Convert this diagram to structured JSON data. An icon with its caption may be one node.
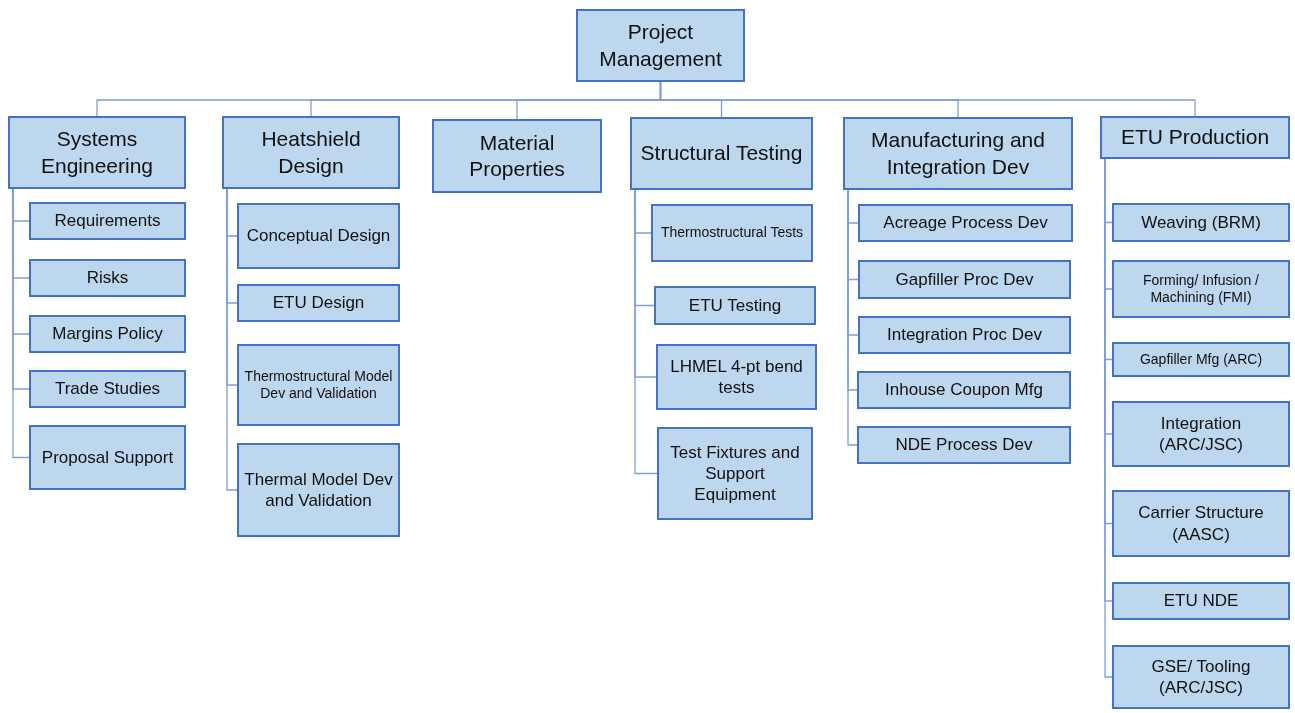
{
  "diagram": {
    "nodes": [
      {
        "text": [
          "Project Management"
        ]
      },
      {
        "text": [
          "Systems Engineering"
        ]
      },
      {
        "text": [
          "Requirements"
        ]
      },
      {
        "text": [
          "Risks"
        ]
      },
      {
        "text": [
          "Margins Policy"
        ]
      },
      {
        "text": [
          "Trade Studies"
        ]
      },
      {
        "text": [
          "Proposal Support"
        ]
      },
      {
        "text": [
          "Heatshield Design"
        ]
      },
      {
        "text": [
          "Conceptual Design"
        ]
      },
      {
        "text": [
          "ETU Design"
        ]
      },
      {
        "text": [
          "Thermostructural Model Dev and Validation"
        ]
      },
      {
        "text": [
          "Thermal Model Dev and Validation"
        ]
      },
      {
        "text": [
          "Material Properties"
        ]
      },
      {
        "text": [
          "Structural Testing"
        ]
      },
      {
        "text": [
          "Thermostructural Tests"
        ]
      },
      {
        "text": [
          "ETU Testing"
        ]
      },
      {
        "text": [
          "LHMEL 4-pt bend tests"
        ]
      },
      {
        "text": [
          "Test Fixtures and Support Equipment"
        ]
      },
      {
        "text": [
          "Manufacturing and Integration Dev"
        ]
      },
      {
        "text": [
          "Acreage Process Dev"
        ]
      },
      {
        "text": [
          "Gapfiller Proc Dev"
        ]
      },
      {
        "text": [
          "Integration Proc Dev"
        ]
      },
      {
        "text": [
          "Inhouse Coupon Mfg"
        ]
      },
      {
        "text": [
          "NDE Process Dev"
        ]
      },
      {
        "text": [
          "ETU Production"
        ]
      },
      {
        "text": [
          "Weaving (BRM)"
        ]
      },
      {
        "text": [
          "Forming/ Infusion / Machining (FMI)"
        ]
      },
      {
        "text": [
          "Gapfiller Mfg (ARC)"
        ]
      },
      {
        "text": [
          "Integration (ARC/JSC)"
        ]
      },
      {
        "text": [
          "Carrier Structure (AASC)"
        ]
      },
      {
        "text": [
          "ETU NDE"
        ]
      },
      {
        "text": [
          "GSE/ Tooling (ARC/JSC)"
        ]
      }
    ],
    "edges": [
      {
        "from": 0,
        "to": 1,
        "arrow": "none"
      },
      {
        "from": 0,
        "to": 7,
        "arrow": "none"
      },
      {
        "from": 0,
        "to": 12,
        "arrow": "none"
      },
      {
        "from": 0,
        "to": 13,
        "arrow": "none"
      },
      {
        "from": 0,
        "to": 18,
        "arrow": "none"
      },
      {
        "from": 0,
        "to": 24,
        "arrow": "none"
      },
      {
        "from": 1,
        "to": 2,
        "arrow": "none"
      },
      {
        "from": 1,
        "to": 3,
        "arrow": "none"
      },
      {
        "from": 1,
        "to": 4,
        "arrow": "none"
      },
      {
        "from": 1,
        "to": 5,
        "arrow": "none"
      },
      {
        "from": 1,
        "to": 6,
        "arrow": "none"
      },
      {
        "from": 7,
        "to": 8,
        "arrow": "none"
      },
      {
        "from": 7,
        "to": 9,
        "arrow": "none"
      },
      {
        "from": 7,
        "to": 10,
        "arrow": "none"
      },
      {
        "from": 7,
        "to": 11,
        "arrow": "none"
      },
      {
        "from": 13,
        "to": 14,
        "arrow": "none"
      },
      {
        "from": 13,
        "to": 15,
        "arrow": "none"
      },
      {
        "from": 13,
        "to": 16,
        "arrow": "none"
      },
      {
        "from": 13,
        "to": 17,
        "arrow": "none"
      },
      {
        "from": 18,
        "to": 19,
        "arrow": "none"
      },
      {
        "from": 18,
        "to": 20,
        "arrow": "none"
      },
      {
        "from": 18,
        "to": 21,
        "arrow": "none"
      },
      {
        "from": 18,
        "to": 22,
        "arrow": "none"
      },
      {
        "from": 18,
        "to": 23,
        "arrow": "none"
      },
      {
        "from": 24,
        "to": 25,
        "arrow": "none"
      },
      {
        "from": 24,
        "to": 26,
        "arrow": "none"
      },
      {
        "from": 24,
        "to": 27,
        "arrow": "none"
      },
      {
        "from": 24,
        "to": 28,
        "arrow": "none"
      },
      {
        "from": 24,
        "to": 29,
        "arrow": "none"
      },
      {
        "from": 24,
        "to": 30,
        "arrow": "none"
      },
      {
        "from": 24,
        "to": 31,
        "arrow": "none"
      }
    ]
  }
}
